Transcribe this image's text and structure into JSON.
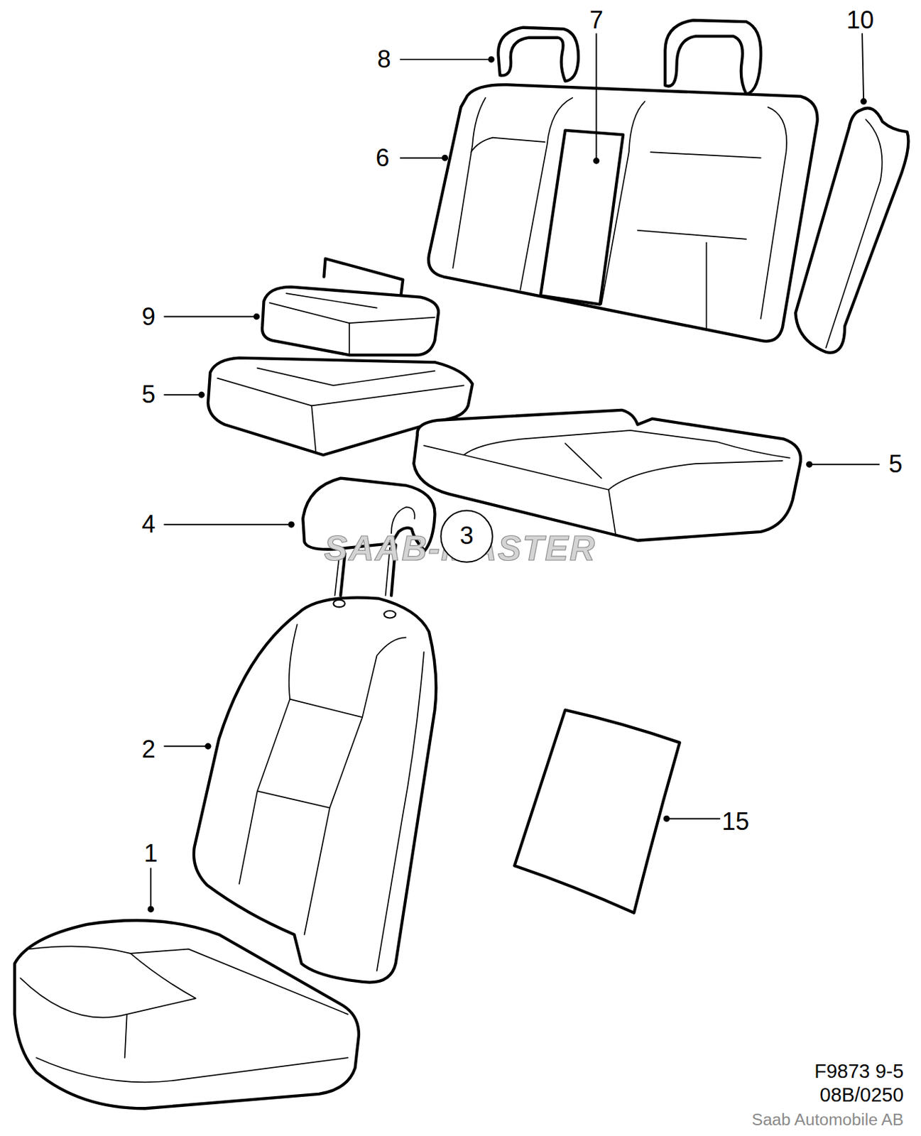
{
  "diagram": {
    "nodes": [
      {
        "text": [
          "3"
        ]
      }
    ],
    "labels": [
      "7",
      "10",
      "8",
      "6",
      "9",
      "5",
      "5",
      "4",
      "SAAB-MASTER",
      "2",
      "1",
      "15",
      "F9873 9-5",
      "08B/0250",
      "Saab Automobile AB"
    ]
  }
}
